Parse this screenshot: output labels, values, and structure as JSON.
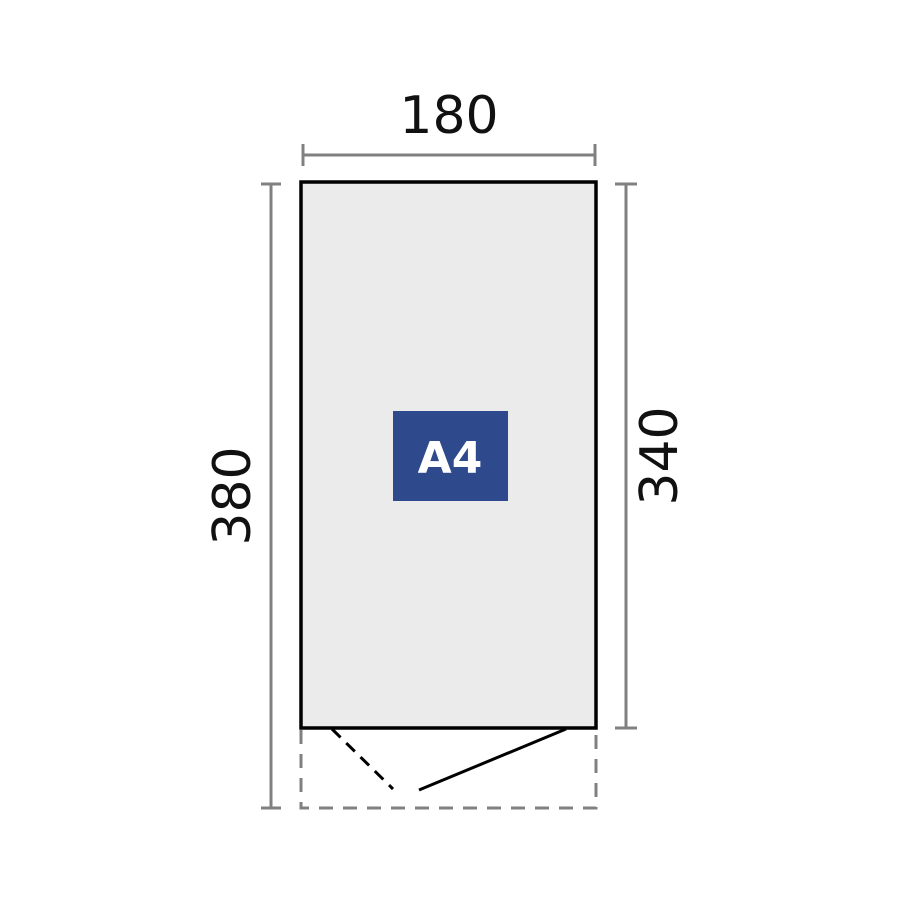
{
  "dimensions": {
    "width": "180",
    "height_total": "380",
    "height_building": "340"
  },
  "badge": {
    "label": "A4"
  },
  "colors": {
    "fill": "#ebebeb",
    "badge": "#2e4a8c",
    "dimension_line": "#808080",
    "outline": "#000000"
  }
}
